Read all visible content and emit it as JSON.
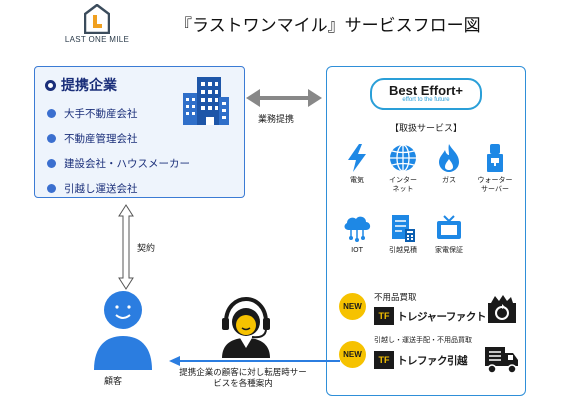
{
  "logo": {
    "text": "LAST ONE MILE"
  },
  "title": "『ラストワンマイル』サービスフロー図",
  "partner": {
    "title": "提携企業",
    "items": [
      {
        "label": "大手不動産会社"
      },
      {
        "label": "不動産管理会社"
      },
      {
        "label": "建設会社・ハウスメーカー"
      },
      {
        "label": "引越し運送会社"
      }
    ]
  },
  "arrows": {
    "gyomu_teikei": "業務提携",
    "keiyaku": "契約",
    "annai": "提携企業の顧客に対し転居時サービスを各種案内"
  },
  "customer": {
    "label": "顧客"
  },
  "services": {
    "logo_main": "Best Effort+",
    "logo_tagline": "effort to the future",
    "heading": "【取扱サービス】",
    "items": [
      {
        "label": "電気",
        "icon": "lightning-icon",
        "color": "#1e88e5"
      },
      {
        "label": "インター\nネット",
        "icon": "globe-icon",
        "color": "#1e88e5"
      },
      {
        "label": "ガス",
        "icon": "flame-icon",
        "color": "#1e88e5"
      },
      {
        "label": "ウォーター\nサーバー",
        "icon": "water-server-icon",
        "color": "#1e88e5"
      },
      {
        "label": "IOT",
        "icon": "cloud-network-icon",
        "color": "#1e88e5"
      },
      {
        "label": "引越見積",
        "icon": "estimate-icon",
        "color": "#1e88e5"
      },
      {
        "label": "家電保証",
        "icon": "tv-icon",
        "color": "#1e88e5"
      }
    ],
    "new_badge": "NEW",
    "fuyohin": {
      "label": "不用品買取",
      "brand_mark": "TF",
      "brand_name": "トレジャーファクトリー"
    },
    "hikkoshi": {
      "label": "引越し・運送手配・不用品買取",
      "brand_mark": "TF",
      "brand_name": "トレファク引越"
    }
  }
}
